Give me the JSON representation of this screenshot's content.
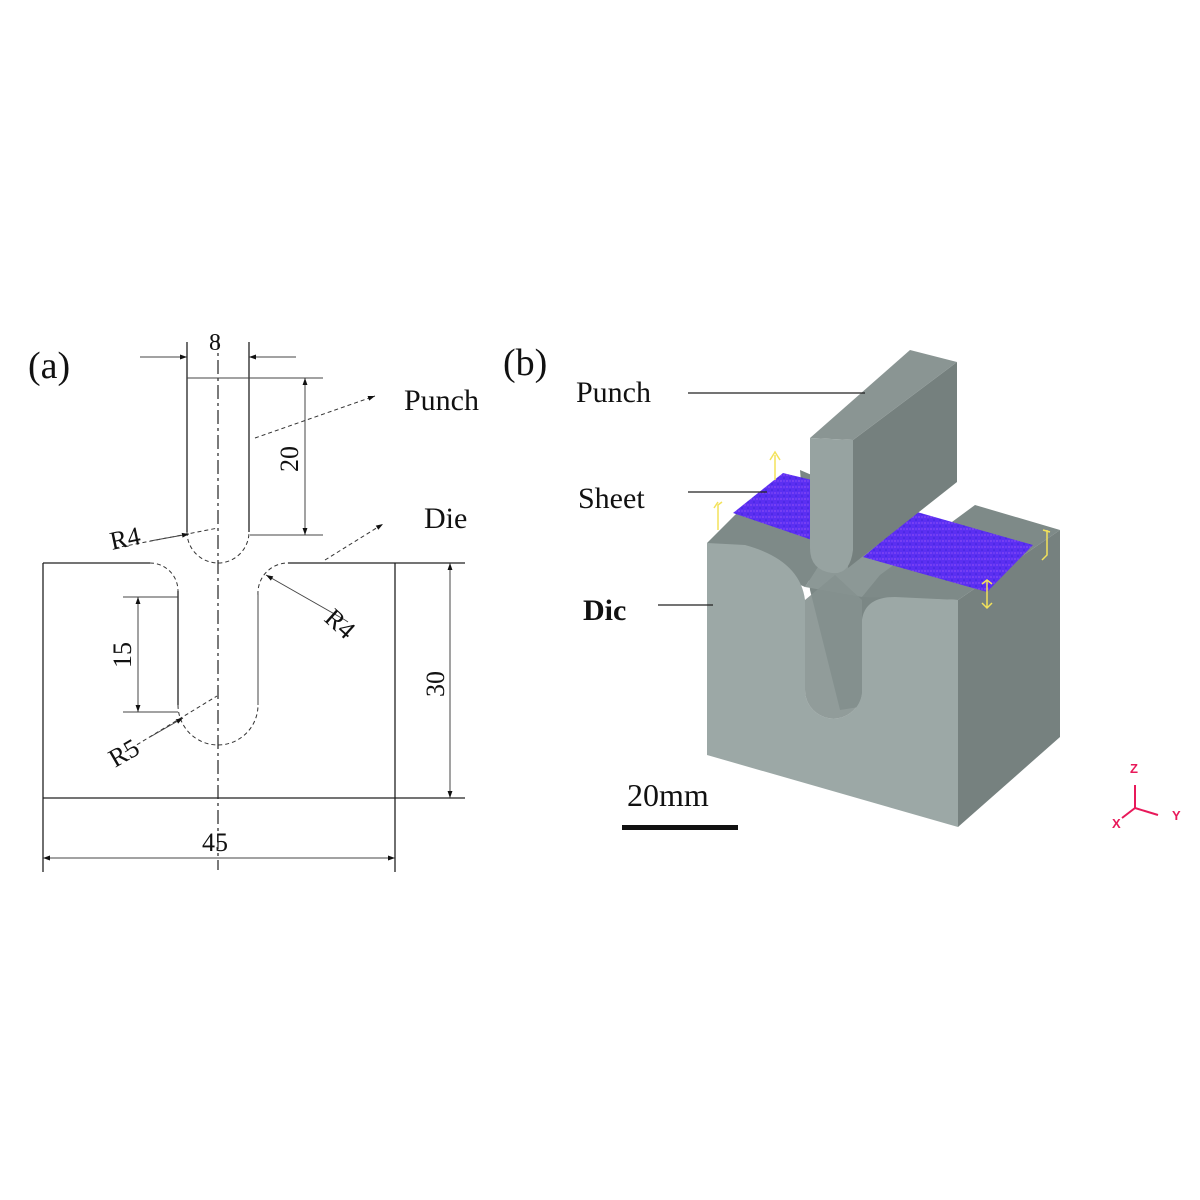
{
  "panel_a": {
    "label": "(a)",
    "punch_label": "Punch",
    "die_label": "Die",
    "dimensions": {
      "punch_width": "8",
      "punch_height": "20",
      "punch_radius": "R4",
      "die_fillet_radius": "R4",
      "slot_depth": "15",
      "slot_bottom_radius": "R5",
      "die_height": "30",
      "die_width": "45"
    }
  },
  "panel_b": {
    "label": "(b)",
    "punch_label": "Punch",
    "sheet_label": "Sheet",
    "die_label": "Dic",
    "scale_bar": "20mm",
    "axes": {
      "z": "Z",
      "y": "Y",
      "x": "X"
    },
    "colors": {
      "die": "#9aa5a3",
      "punch": "#8f9a98",
      "sheet": "#5a2ef0",
      "axis": "#e8195a",
      "marker": "#f3e25a"
    }
  }
}
